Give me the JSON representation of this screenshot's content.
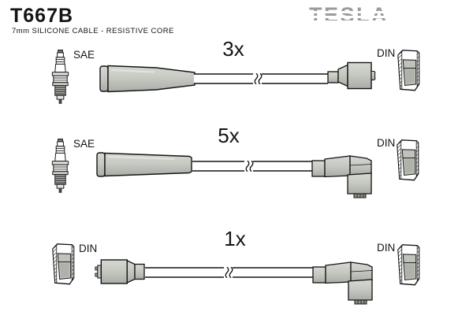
{
  "header": {
    "part_number": "T667B",
    "subtitle": "7mm SILICONE CABLE - RESISTIVE CORE",
    "brand": "TESLA"
  },
  "rows": [
    {
      "quantity": "3x",
      "left_connector": "SAE",
      "left_icon": "spark-plug-icon",
      "boot_style": "straight",
      "right_connector": "DIN",
      "right_icon": "din-socket-icon"
    },
    {
      "quantity": "5x",
      "left_connector": "SAE",
      "left_icon": "spark-plug-icon",
      "boot_style": "elbow",
      "right_connector": "DIN",
      "right_icon": "din-socket-icon"
    },
    {
      "quantity": "1x",
      "left_connector": "DIN",
      "left_icon": "din-socket-icon",
      "boot_style": "elbow",
      "right_connector": "DIN",
      "right_icon": "din-socket-icon"
    }
  ],
  "colors": {
    "boot_gray": "#c7cac3",
    "brand_gray": "#9b9b9b",
    "outline": "#141414",
    "background": "#ffffff"
  }
}
